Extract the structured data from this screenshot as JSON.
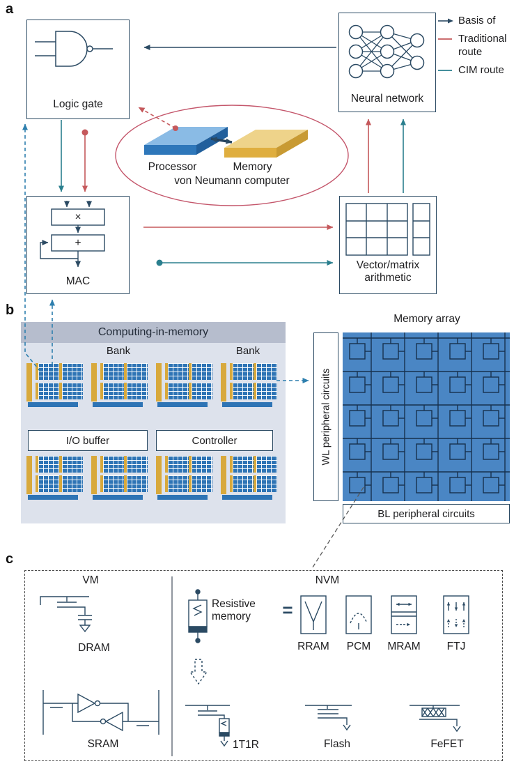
{
  "panel_labels": {
    "a": "a",
    "b": "b",
    "c": "c"
  },
  "panel_a": {
    "logic_gate": "Logic gate",
    "neural_network": "Neural network",
    "mac": "MAC",
    "multiply": "×",
    "plus": "+",
    "vector_matrix": "Vector/matrix\narithmetic",
    "processor": "Processor",
    "memory": "Memory",
    "von_neumann": "von Neumann computer",
    "legend": [
      {
        "label": "Basis of"
      },
      {
        "label": "Traditional route"
      },
      {
        "label": "CIM route"
      }
    ]
  },
  "panel_b": {
    "title": "Computing-in-memory",
    "bank1": "Bank",
    "bank2": "Bank",
    "io_buffer": "I/O buffer",
    "controller": "Controller",
    "memory_array": "Memory array",
    "wl": "WL peripheral circuits",
    "bl": "BL peripheral circuits"
  },
  "panel_c": {
    "vm": "VM",
    "nvm": "NVM",
    "dram": "DRAM",
    "sram": "SRAM",
    "resistive_memory": "Resistive\nmemory",
    "equals": "=",
    "devices": [
      "RRAM",
      "PCM",
      "MRAM",
      "FTJ"
    ],
    "t1r": "1T1R",
    "flash": "Flash",
    "fefet": "FeFET"
  },
  "colors": {
    "line_navy": "#2b4a63",
    "traditional_red": "#c5595c",
    "cim_teal": "#2a7f8e",
    "route_blue": "#2e7fae",
    "ellipse_red": "#c4566b",
    "array_blue": "#4a86c4",
    "tile_blue": "#2e74b5",
    "tile_yellow": "#d8a93c",
    "cim_panel_bg": "#dde2ec",
    "cim_header_bg": "#b6bdcd"
  }
}
